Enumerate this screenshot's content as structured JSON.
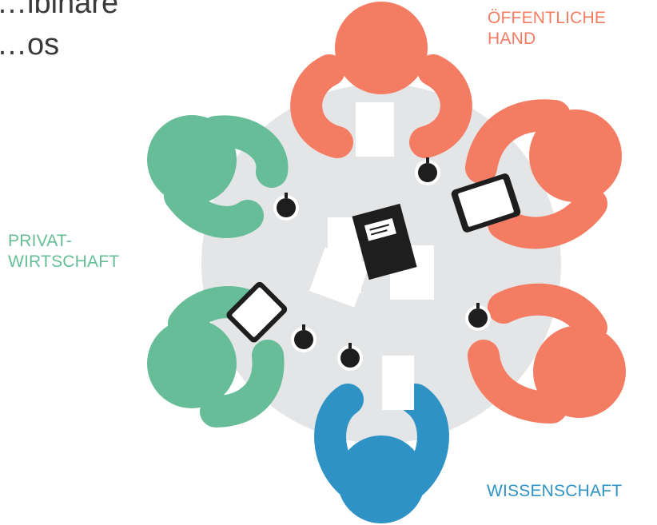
{
  "headline": {
    "line1": "…lbinäre",
    "line2": "…os"
  },
  "groups": {
    "public": {
      "line1": "ÖFFENTLICHE",
      "line2": "HAND",
      "color": "#f47c63"
    },
    "private": {
      "line1": "PRIVAT-",
      "line2": "WIRTSCHAFT",
      "color": "#66bd98"
    },
    "science": {
      "line1": "WISSENSCHAFT",
      "color": "#2e93c4"
    }
  },
  "colors": {
    "table": "#e3e5e6",
    "dark": "#1e1e1e",
    "paper": "#ffffff"
  }
}
